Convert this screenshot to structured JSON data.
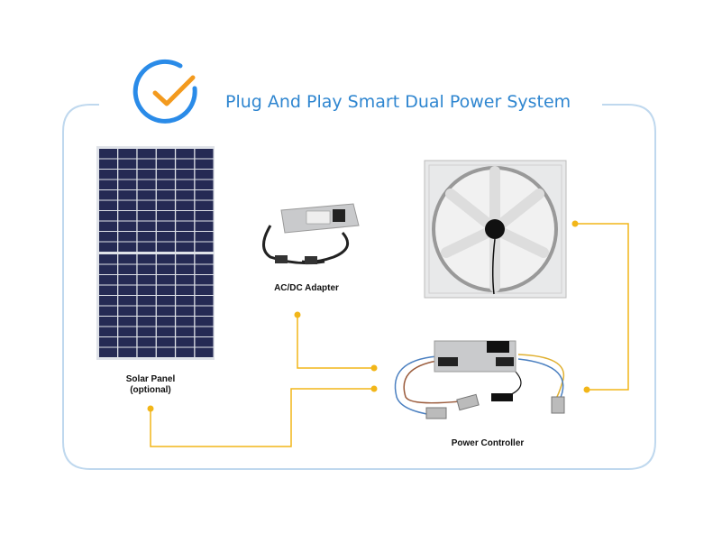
{
  "title": "Plug And Play Smart Dual Power System",
  "components": {
    "solar_panel": {
      "label": "Solar Panel",
      "sublabel": "(optional)"
    },
    "adapter": {
      "label": "AC/DC Adapter"
    },
    "fan": {
      "label": ""
    },
    "controller": {
      "label": "Power Controller"
    }
  },
  "colors": {
    "accent_blue": "#2f86d0",
    "border": "#bfd8ee",
    "connector": "#f2b619",
    "check": "#f39a1e"
  },
  "icons": [
    "check-circle-icon"
  ]
}
